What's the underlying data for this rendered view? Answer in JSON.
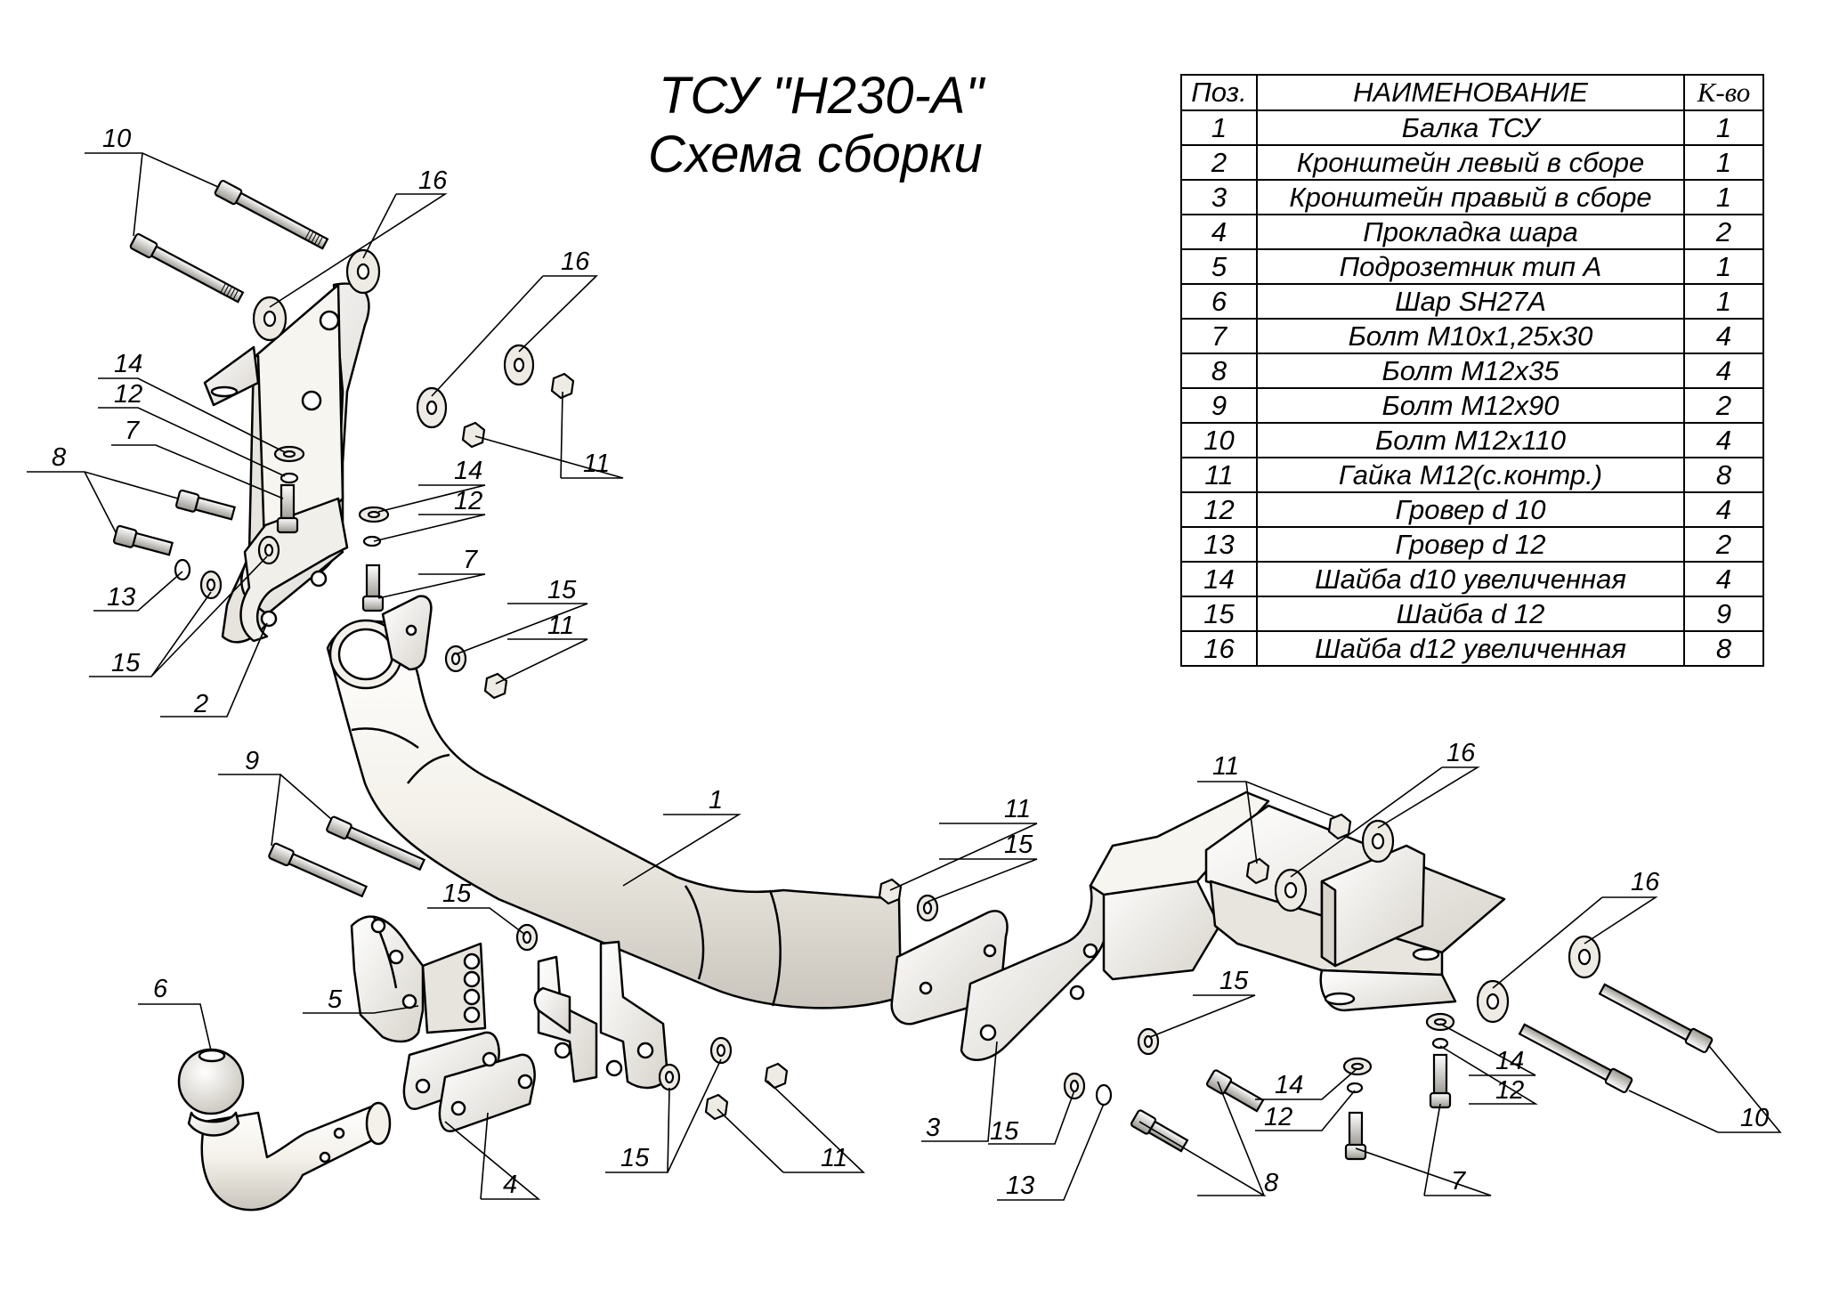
{
  "title": {
    "line1": "ТСУ \"H230-A\"",
    "line2": "Схема сборки"
  },
  "table": {
    "headers": {
      "pos": "Поз.",
      "name": "НАИМЕНОВАНИЕ",
      "qty": "К-во"
    },
    "rows": [
      {
        "pos": "1",
        "name": "Балка ТСУ",
        "qty": "1"
      },
      {
        "pos": "2",
        "name": "Кронштейн левый в сборе",
        "qty": "1"
      },
      {
        "pos": "3",
        "name": "Кронштейн правый в сборе",
        "qty": "1"
      },
      {
        "pos": "4",
        "name": "Прокладка шара",
        "qty": "2"
      },
      {
        "pos": "5",
        "name": "Подрозетник тип А",
        "qty": "1"
      },
      {
        "pos": "6",
        "name": "Шар SH27A",
        "qty": "1"
      },
      {
        "pos": "7",
        "name": "Болт М10х1,25х30",
        "qty": "4"
      },
      {
        "pos": "8",
        "name": "Болт М12х35",
        "qty": "4"
      },
      {
        "pos": "9",
        "name": "Болт М12х90",
        "qty": "2"
      },
      {
        "pos": "10",
        "name": "Болт М12х110",
        "qty": "4"
      },
      {
        "pos": "11",
        "name": "Гайка М12(с.контр.)",
        "qty": "8"
      },
      {
        "pos": "12",
        "name": "Гровер d 10",
        "qty": "4"
      },
      {
        "pos": "13",
        "name": "Гровер d 12",
        "qty": "2"
      },
      {
        "pos": "14",
        "name": "Шайба d10 увеличенная",
        "qty": "4"
      },
      {
        "pos": "15",
        "name": "Шайба d 12",
        "qty": "9"
      },
      {
        "pos": "16",
        "name": "Шайба d12 увеличенная",
        "qty": "8"
      }
    ]
  },
  "callouts": {
    "c10a": "10",
    "c16a": "16",
    "c16b": "16",
    "c14a": "14",
    "c12a": "12",
    "c8a": "8",
    "c7a": "7",
    "c13a": "13",
    "c15a": "15",
    "c2": "2",
    "c11a": "11",
    "c14b": "14",
    "c12b": "12",
    "c7b": "7",
    "c15b": "15",
    "c11b": "11",
    "c9": "9",
    "c15c": "15",
    "c1": "1",
    "c5": "5",
    "c6": "6",
    "c4": "4",
    "c15d": "15",
    "c11c": "11",
    "c11d": "11",
    "c15e": "15",
    "c11e": "11",
    "c16c": "16",
    "c16d": "16",
    "c15f": "15",
    "c3": "3",
    "c15g": "15",
    "c13b": "13",
    "c14c": "14",
    "c12c": "12",
    "c8b": "8",
    "c7c": "7",
    "c14d": "14",
    "c12d": "12",
    "c10b": "10"
  },
  "colors": {
    "part_fill": "#f1efe9",
    "part_shade": "#cfcbc3",
    "line": "#000000"
  }
}
